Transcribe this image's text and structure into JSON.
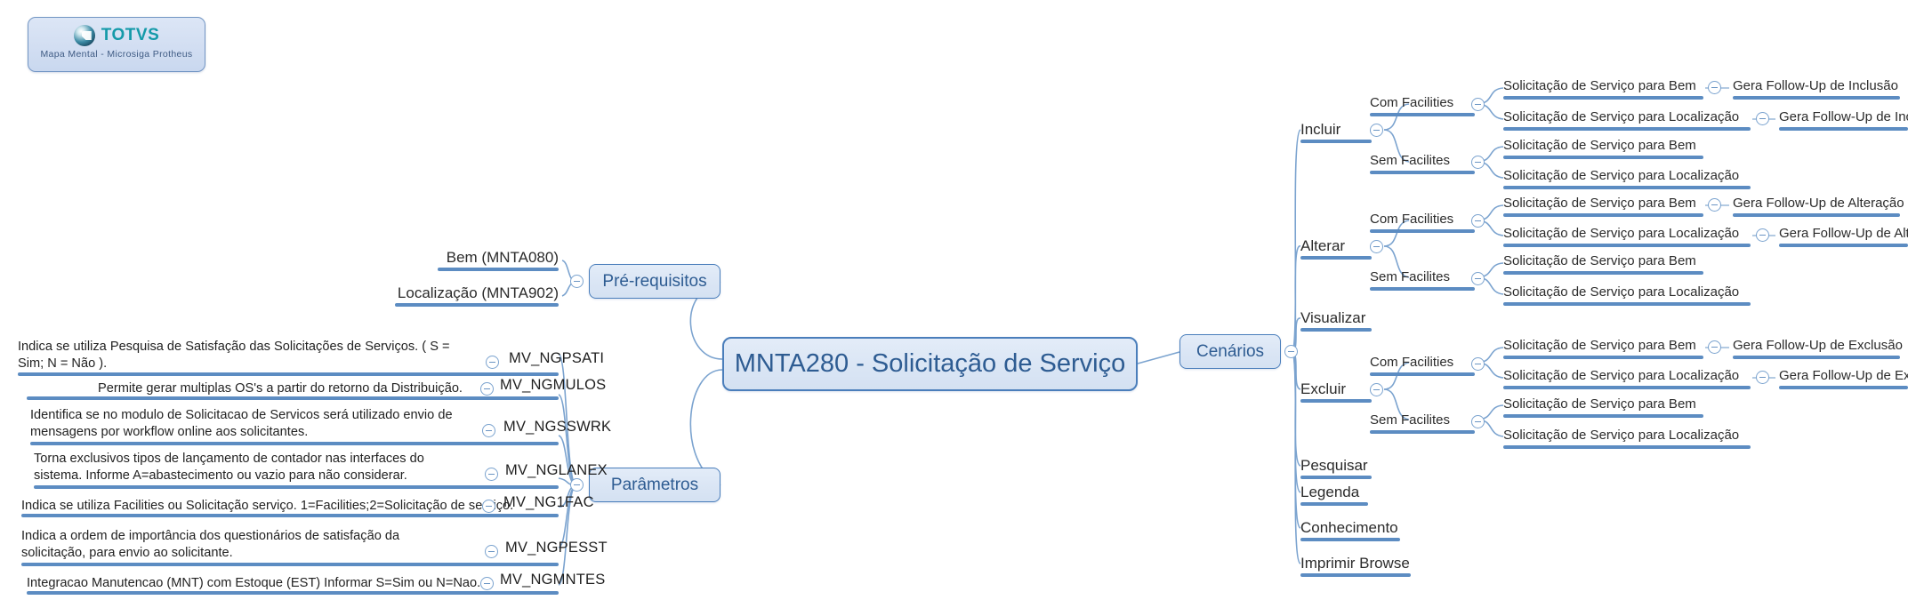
{
  "meta": {
    "app_title": "Mapa Mental - Microsiga Protheus",
    "brand": "TOTVS",
    "brand_color": "#149aa9",
    "line_color": "#5c8cc2",
    "node_border_color": "#4a7ebb",
    "node_text_color": "#2e5c92"
  },
  "root": {
    "label": "MNTA280 - Solicitação de Serviço"
  },
  "branches": {
    "prerequisitos": {
      "label": "Pré-requisitos",
      "items": [
        {
          "label": "Bem (MNTA080)"
        },
        {
          "label": "Localização (MNTA902)"
        }
      ]
    },
    "parametros": {
      "label": "Parâmetros",
      "items": [
        {
          "desc": "Indica se utiliza Pesquisa de Satisfação das Solicitações de Serviços. ( S = Sim; N = Não ).",
          "code": "MV_NGPSATI"
        },
        {
          "desc": "Permite gerar multiplas OS's a partir do retorno da Distribuição.",
          "code": "MV_NGMULOS"
        },
        {
          "desc": "Identifica se no modulo de Solicitacao de Servicos será utilizado envio de mensagens por workflow online aos solicitantes.",
          "code": "MV_NGSSWRK"
        },
        {
          "desc": "Torna exclusivos tipos de lançamento de contador  nas interfaces do sistema. Informe A=abastecimento ou vazio para não considerar.",
          "code": "MV_NGLANEX"
        },
        {
          "desc": "Indica se utiliza Facilities ou Solicitação  serviço. 1=Facilities;2=Solicitação de serviço.",
          "code": "MV_NG1FAC"
        },
        {
          "desc": "Indica a ordem de importância dos questionários de satisfação da solicitação, para envio ao solicitante.",
          "code": "MV_NGPESST"
        },
        {
          "desc": "Integracao Manutencao (MNT) com Estoque (EST) Informar S=Sim ou N=Nao.",
          "code": "MV_NGMNTES"
        }
      ]
    },
    "cenarios": {
      "label": "Cenários",
      "items": [
        {
          "label": "Incluir",
          "groups": [
            {
              "label": "Com Facilities",
              "children": [
                {
                  "label": "Solicitação de Serviço para Bem",
                  "followup": "Gera Follow-Up de Inclusão"
                },
                {
                  "label": "Solicitação de Serviço para Localização",
                  "followup": "Gera Follow-Up de Inclusão"
                }
              ]
            },
            {
              "label": "Sem Facilites",
              "children": [
                {
                  "label": "Solicitação de Serviço para Bem",
                  "followup": ""
                },
                {
                  "label": "Solicitação de Serviço para Localização",
                  "followup": ""
                }
              ]
            }
          ]
        },
        {
          "label": "Alterar",
          "groups": [
            {
              "label": "Com Facilities",
              "children": [
                {
                  "label": "Solicitação de Serviço para Bem",
                  "followup": "Gera Follow-Up de Alteração"
                },
                {
                  "label": "Solicitação de Serviço para Localização",
                  "followup": "Gera Follow-Up de Alteração"
                }
              ]
            },
            {
              "label": "Sem Facilites",
              "children": [
                {
                  "label": "Solicitação de Serviço para Bem",
                  "followup": ""
                },
                {
                  "label": "Solicitação de Serviço para Localização",
                  "followup": ""
                }
              ]
            }
          ]
        },
        {
          "label": "Visualizar",
          "groups": []
        },
        {
          "label": "Excluir",
          "groups": [
            {
              "label": "Com Facilities",
              "children": [
                {
                  "label": "Solicitação de Serviço para Bem",
                  "followup": "Gera Follow-Up de Exclusão"
                },
                {
                  "label": "Solicitação de Serviço para Localização",
                  "followup": "Gera Follow-Up de Exclusão"
                }
              ]
            },
            {
              "label": "Sem Facilites",
              "children": [
                {
                  "label": "Solicitação de Serviço para Bem",
                  "followup": ""
                },
                {
                  "label": "Solicitação de Serviço para Localização",
                  "followup": ""
                }
              ]
            }
          ]
        },
        {
          "label": "Pesquisar",
          "groups": []
        },
        {
          "label": "Legenda",
          "groups": []
        },
        {
          "label": "Conhecimento",
          "groups": []
        },
        {
          "label": "Imprimir Browse",
          "groups": []
        }
      ]
    }
  }
}
